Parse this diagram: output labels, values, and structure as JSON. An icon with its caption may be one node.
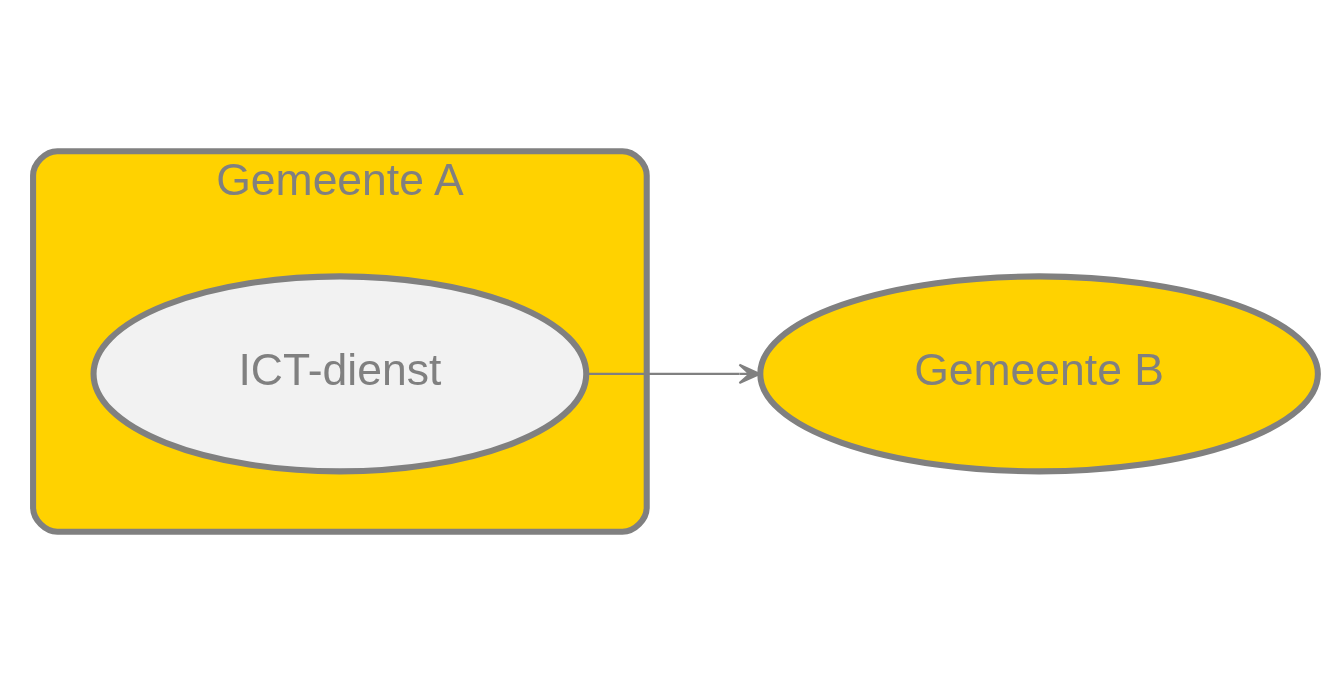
{
  "diagram": {
    "nodes": [
      {
        "text": [
          "Gemeente A"
        ]
      },
      {
        "text": [
          "ICT-dienst"
        ],
        "in": 0
      },
      {
        "text": [
          "Gemeente B"
        ]
      }
    ],
    "edges": [
      {
        "from": 1,
        "to": 2,
        "arrow": "to"
      }
    ]
  }
}
